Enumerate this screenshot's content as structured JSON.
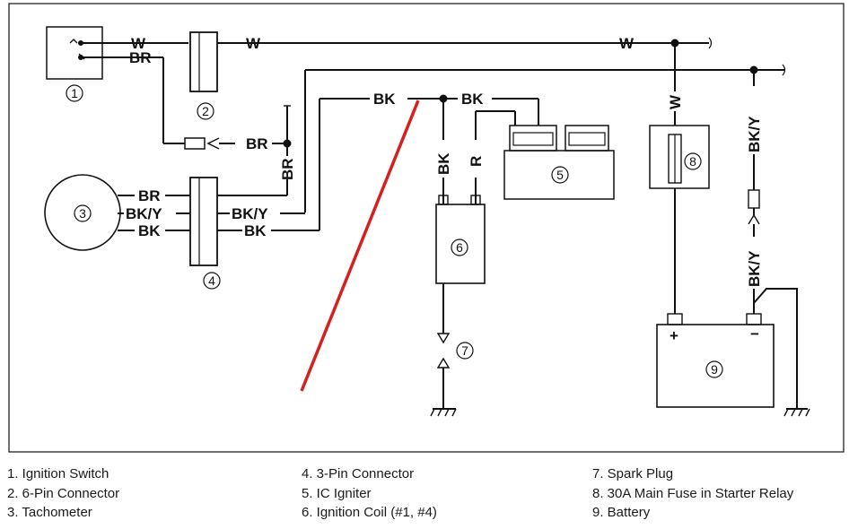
{
  "wire_labels": {
    "w_switch": "W",
    "br_switch": "BR",
    "w_top_mid": "W",
    "w_top_right": "W",
    "br_mid": "BR",
    "br_vert": "BR",
    "br_tach": "BR",
    "bky_tach": "BK/Y",
    "bk_tach": "BK",
    "bky_conn": "BK/Y",
    "bk_conn": "BK",
    "bk_top_left": "BK",
    "bk_top_right": "BK",
    "bk_coil": "BK",
    "r_coil": "R",
    "w_fuse": "W",
    "bky_upper": "BK/Y",
    "bky_lower": "BK/Y",
    "plus": "+",
    "minus": "−"
  },
  "components": {
    "c1": "1",
    "c2": "2",
    "c3": "3",
    "c4": "4",
    "c5": "5",
    "c6": "6",
    "c7": "7",
    "c8": "8",
    "c9": "9"
  },
  "legend": {
    "col1": [
      "1. Ignition Switch",
      "2. 6-Pin Connector",
      "3. Tachometer"
    ],
    "col2": [
      "4. 3-Pin Connector",
      "5. IC Igniter",
      "6. Ignition Coil (#1, #4)"
    ],
    "col3": [
      "7. Spark Plug",
      "8. 30A Main Fuse in Starter Relay",
      "9. Battery"
    ]
  },
  "colors": {
    "line": "#111111",
    "annotation": "#d42020"
  }
}
